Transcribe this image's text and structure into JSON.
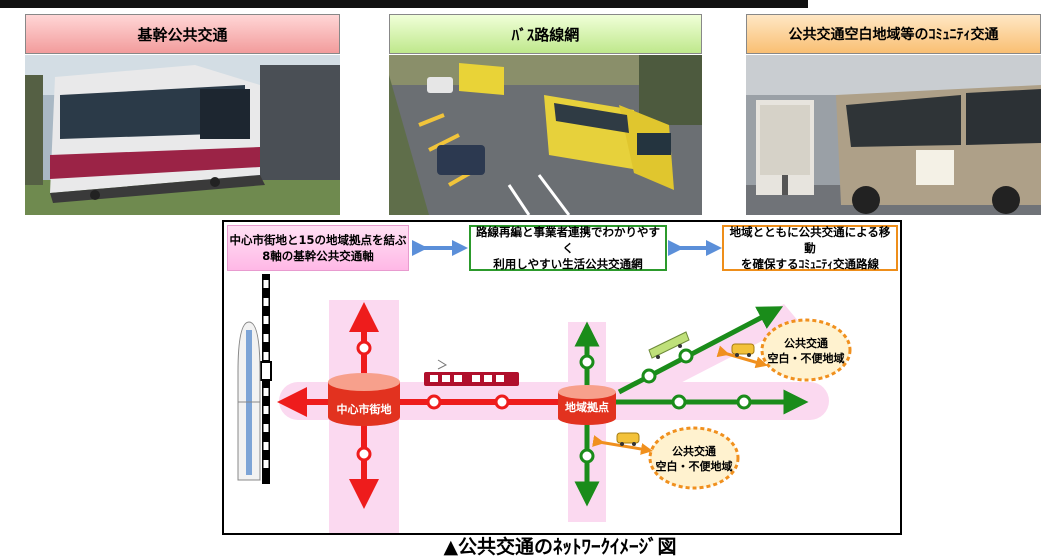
{
  "headers": [
    {
      "label": "基幹公共交通"
    },
    {
      "label": "ﾊﾞｽ路線網"
    },
    {
      "label": "公共交通空白地域等のｺﾐｭﾆﾃｨ交通"
    }
  ],
  "concept_boxes": [
    {
      "line1": "中心市街地と15の地域拠点を結ぶ",
      "line2": "8軸の基幹公共交通軸"
    },
    {
      "line1": "路線再編と事業者連携でわかりやすく",
      "line2": "利用しやすい生活公共交通網"
    },
    {
      "line1": "地域とともに公共交通による移動",
      "line2": "を確保するｺﾐｭﾆﾃｨ交通路線"
    }
  ],
  "nodes": {
    "center": "中心市街地",
    "regional": "地域拠点"
  },
  "blank_areas": [
    {
      "line1": "公共交通",
      "line2": "空白・不便地域"
    },
    {
      "line1": "公共交通",
      "line2": "空白・不便地域"
    }
  ],
  "caption": "▲公共交通のﾈｯﾄﾜｰｸｲﾒｰｼﾞ図",
  "colors": {
    "trunk_red": "#ee1c1c",
    "bus_green": "#1a8c1a",
    "community_orange": "#f0901e",
    "band_pink": "#fbd9f0"
  }
}
